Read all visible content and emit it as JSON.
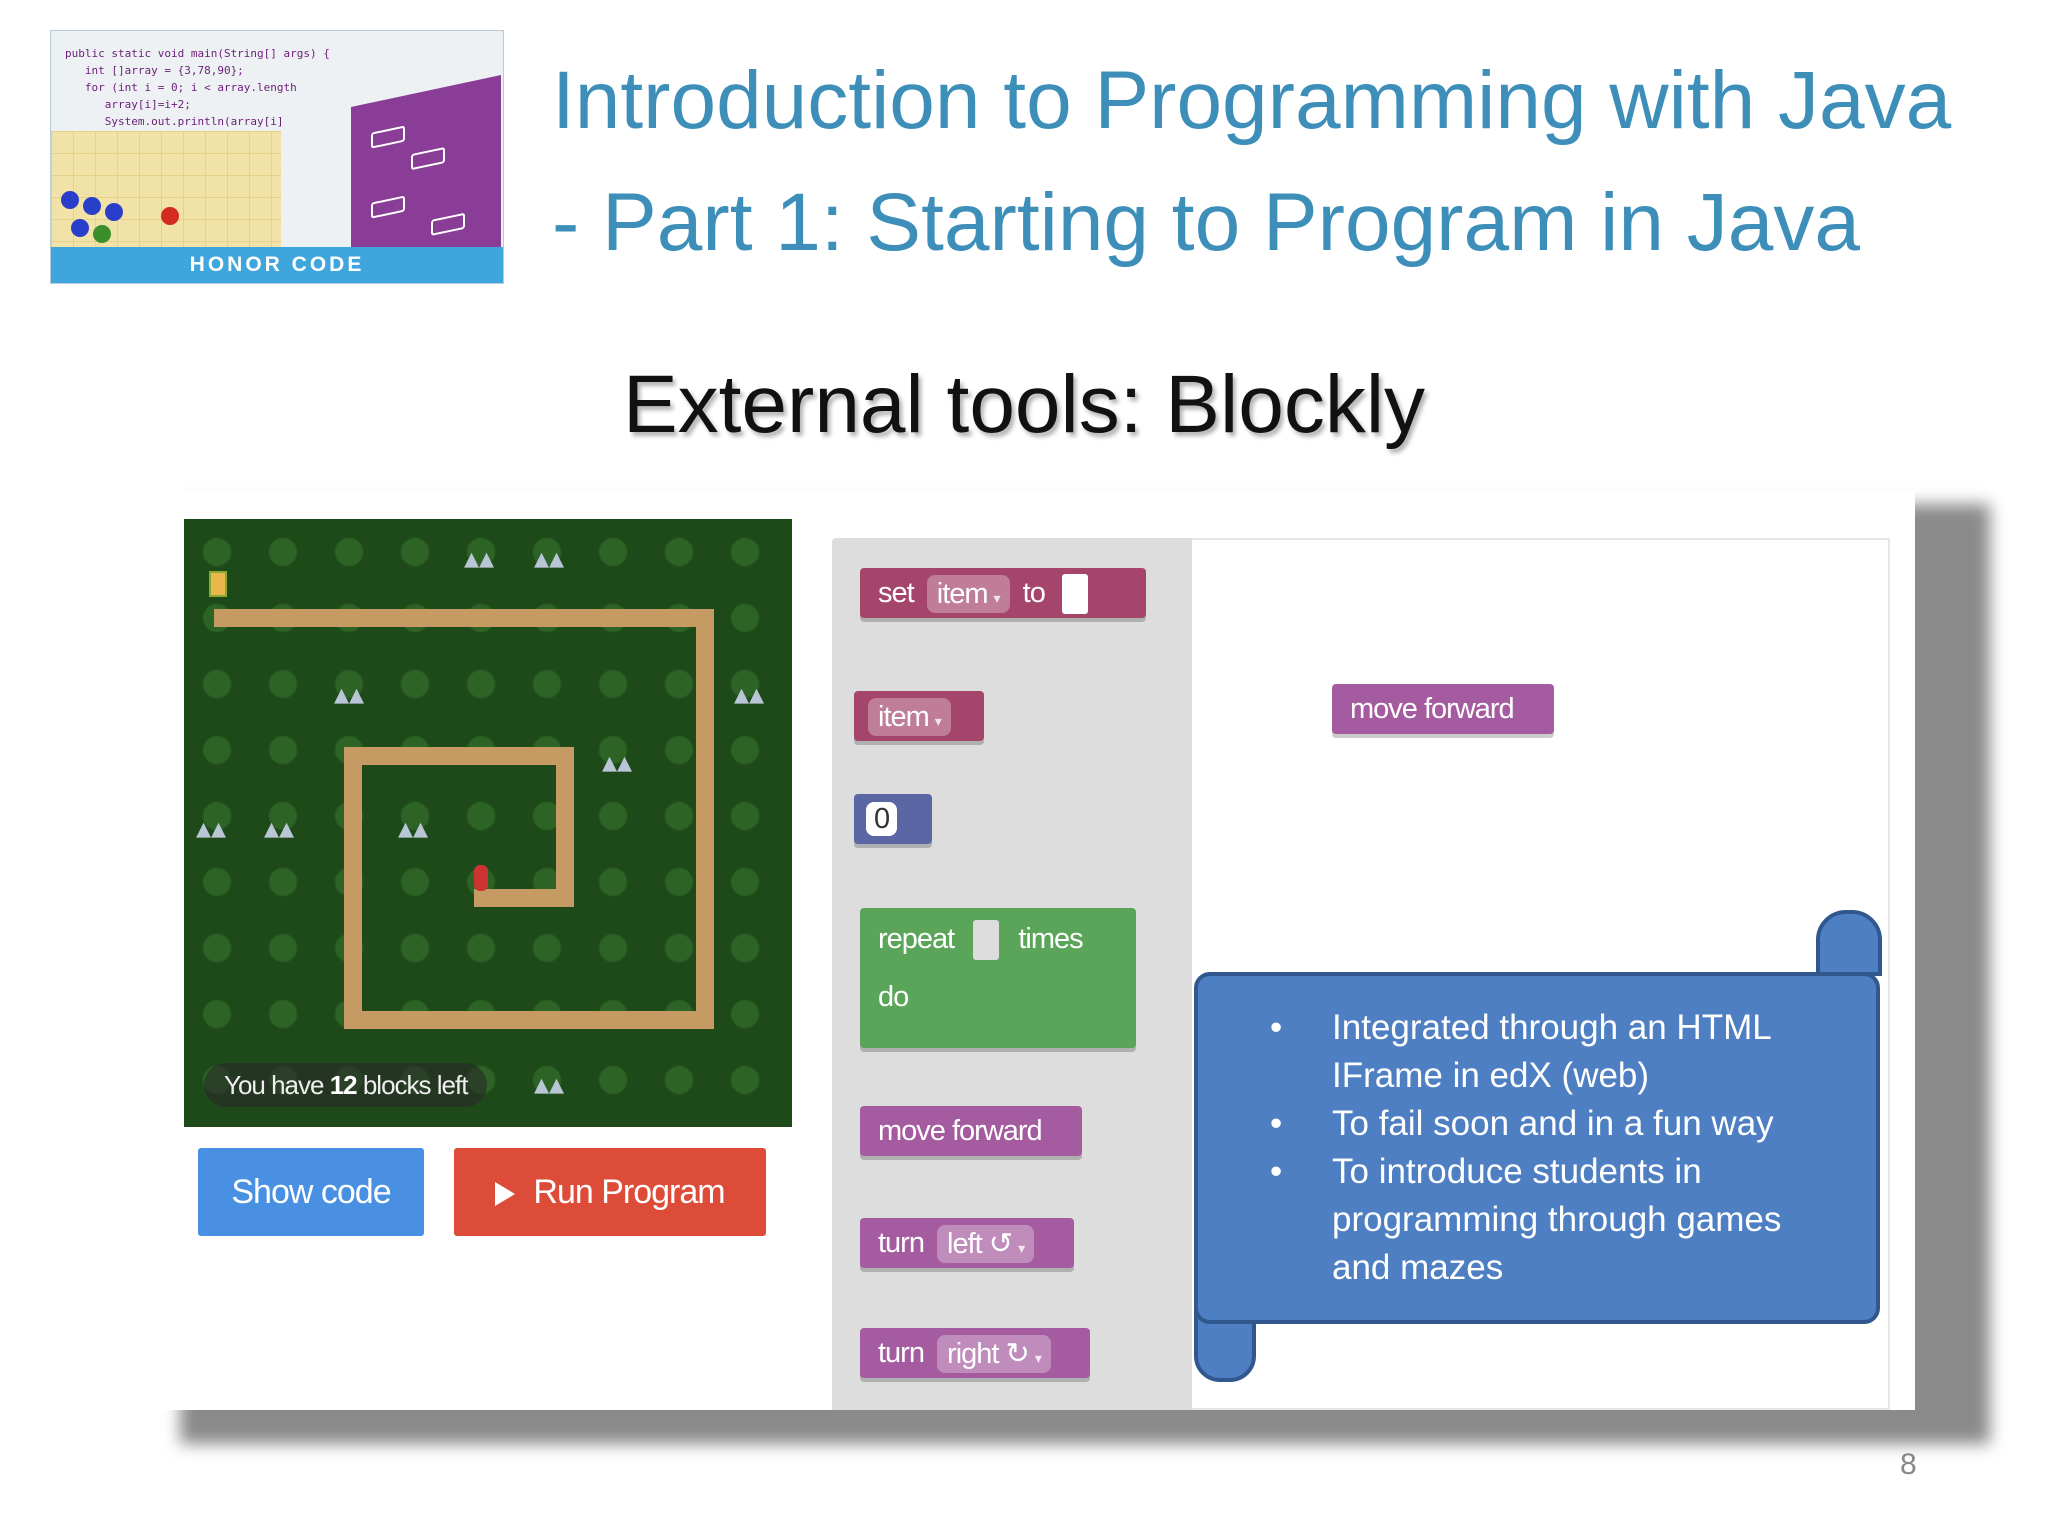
{
  "header": {
    "course_title_line1": "Introduction to Programming with Java",
    "course_title_line2": "- Part 1: Starting to Program in Java",
    "thumbnail_badge": "HONOR CODE",
    "thumbnail_code": "public static void main(String[] args) {\n   int []array = {3,78,90};\n   for (int i = 0; i < array.length\n      array[i]=i+2;\n      System.out.println(array[i]"
  },
  "slide": {
    "title": "External tools: Blockly",
    "page_number": "8"
  },
  "maze": {
    "blocks_left_prefix": "You have ",
    "blocks_left_count": "12",
    "blocks_left_suffix": " blocks left",
    "show_code_label": "Show code",
    "run_program_label": "Run Program"
  },
  "blockly": {
    "set_label": "set",
    "variable_name": "item",
    "to_label": "to",
    "variable_getter": "item",
    "number_value": "0",
    "repeat_label": "repeat",
    "times_label": "times",
    "do_label": "do",
    "move_forward_label": "move forward",
    "turn_label": "turn",
    "left_option": "left ↺",
    "right_option": "right ↻",
    "workspace_block": "move forward",
    "dropdown_arrow": "▾",
    "colors": {
      "movement": "#a55b9f",
      "variables": "#a5456b",
      "loops": "#5ba55b",
      "math": "#5b67a5"
    }
  },
  "callout": {
    "items": [
      "Integrated through an HTML IFrame in edX (web)",
      "To fail soon and in a fun way",
      "To introduce students in programming through games and mazes"
    ]
  }
}
